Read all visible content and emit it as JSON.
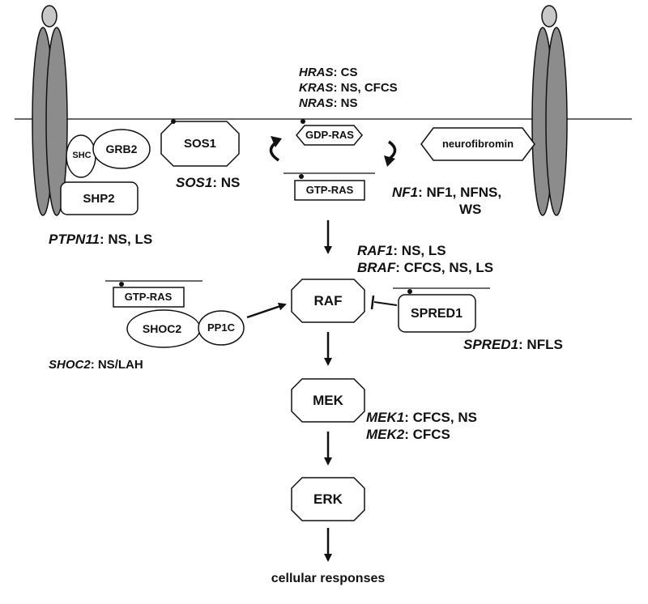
{
  "nodes": {
    "shc": "SHC",
    "grb2": "GRB2",
    "sos1": "SOS1",
    "shp2": "SHP2",
    "gdp_ras": "GDP-RAS",
    "gtp_ras_membrane": "GTP-RAS",
    "neurofibromin": "neurofibromin",
    "raf": "RAF",
    "mek": "MEK",
    "erk": "ERK",
    "gtp_ras_shoc2": "GTP-RAS",
    "shoc2": "SHOC2",
    "pp1c": "PP1C",
    "spred1": "SPRED1",
    "cellular_responses": "cellular responses"
  },
  "genes": {
    "hras": {
      "gene": "HRAS",
      "syndromes": ": CS"
    },
    "kras": {
      "gene": "KRAS",
      "syndromes": ": NS, CFCS"
    },
    "nras": {
      "gene": "NRAS",
      "syndromes": ": NS"
    },
    "sos1": {
      "gene": "SOS1",
      "syndromes": ": NS"
    },
    "nf1": {
      "gene": "NF1",
      "syndromes": ": NF1, NFNS,",
      "syndromes_line2": "WS"
    },
    "ptpn11": {
      "gene": "PTPN11",
      "syndromes": ": NS, LS"
    },
    "raf1": {
      "gene": "RAF1",
      "syndromes": ": NS, LS"
    },
    "braf": {
      "gene": "BRAF",
      "syndromes": ": CFCS, NS, LS"
    },
    "shoc2": {
      "gene": "SHOC2",
      "syndromes": ": NS/LAH"
    },
    "spred1": {
      "gene": "SPRED1",
      "syndromes": ": NFLS"
    },
    "mek1": {
      "gene": "MEK1",
      "syndromes": ": CFCS, NS"
    },
    "mek2": {
      "gene": "MEK2",
      "syndromes": ": CFCS"
    }
  },
  "colors": {
    "receptor_fill": "#8c8c8c",
    "receptor_cap": "#c8c8c8",
    "stroke": "#111111"
  }
}
